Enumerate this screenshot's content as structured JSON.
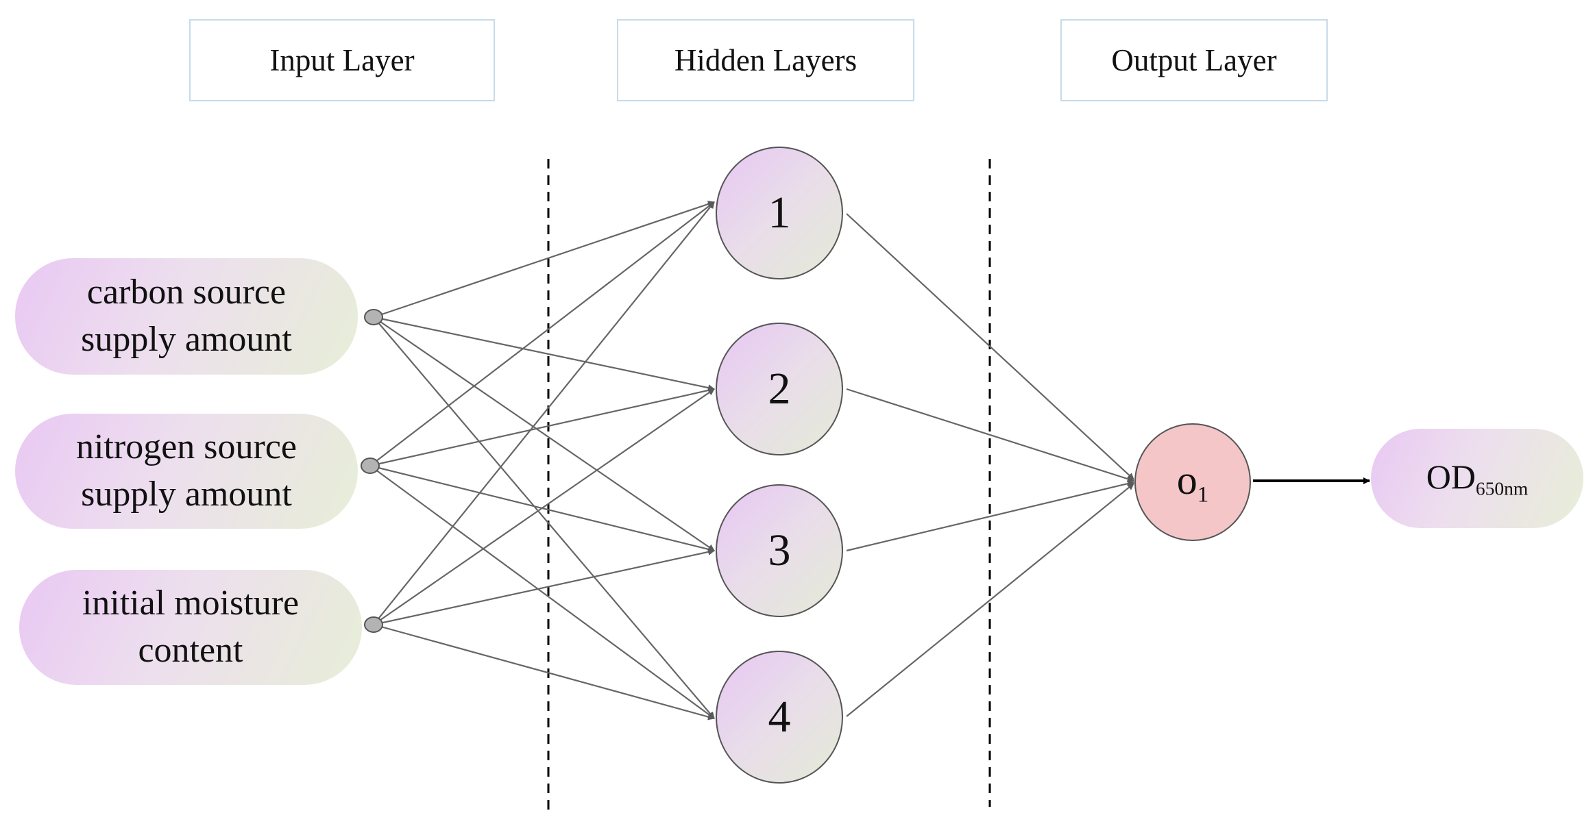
{
  "headers": {
    "input": "Input Layer",
    "hidden": "Hidden Layers",
    "output": "Output Layer"
  },
  "inputs": [
    {
      "line1": "carbon source",
      "line2": "supply amount"
    },
    {
      "line1": "nitrogen source",
      "line2": "supply amount"
    },
    {
      "line1": "initial moisture",
      "line2": "content"
    }
  ],
  "hidden_nodes": [
    "1",
    "2",
    "3",
    "4"
  ],
  "output_node": {
    "label": "o",
    "subscript": "1"
  },
  "output_result": {
    "label": "OD",
    "subscript": "650nm"
  },
  "colors": {
    "pill_gradient_start": "#e9c8f3",
    "pill_gradient_end": "#e7eed7",
    "output_node_fill": "#f4c6c8",
    "header_border": "#c7dbea",
    "connector_line": "#555555",
    "divider_line": "#000000"
  }
}
